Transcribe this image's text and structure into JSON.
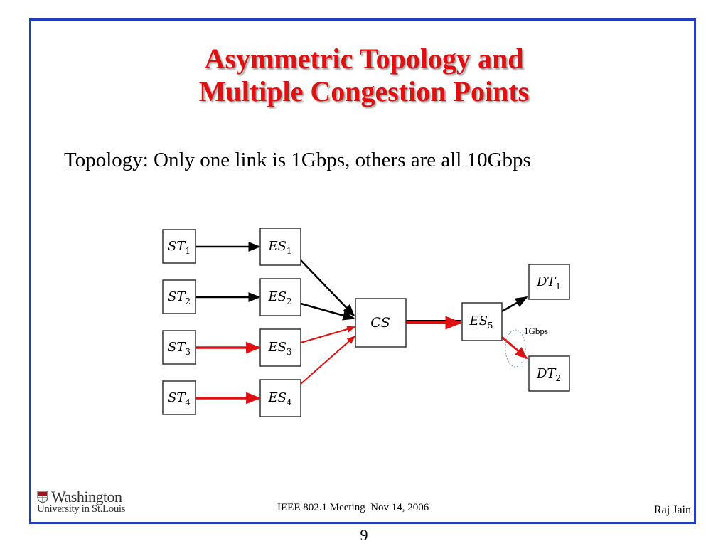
{
  "slide": {
    "title_line1": "Asymmetric Topology and",
    "title_line2": "Multiple Congestion Points",
    "body": "Topology: Only one link is 1Gbps, others are all 10Gbps",
    "footer_center": "IEEE 802.1 Meeting  Nov 14, 2006",
    "footer_right": "Raj Jain",
    "page_number": "9"
  },
  "logo": {
    "line1": "Washington",
    "line2": "University in St.Louis"
  },
  "diagram": {
    "nodes": {
      "st1": {
        "base": "ST",
        "sub": "1"
      },
      "st2": {
        "base": "ST",
        "sub": "2"
      },
      "st3": {
        "base": "ST",
        "sub": "3"
      },
      "st4": {
        "base": "ST",
        "sub": "4"
      },
      "es1": {
        "base": "ES",
        "sub": "1"
      },
      "es2": {
        "base": "ES",
        "sub": "2"
      },
      "es3": {
        "base": "ES",
        "sub": "3"
      },
      "es4": {
        "base": "ES",
        "sub": "4"
      },
      "cs": {
        "base": "CS",
        "sub": ""
      },
      "es5": {
        "base": "ES",
        "sub": "5"
      },
      "dt1": {
        "base": "DT",
        "sub": "1"
      },
      "dt2": {
        "base": "DT",
        "sub": "2"
      }
    },
    "link_label": "1Gbps",
    "colors": {
      "normal": "#000000",
      "congested": "#dd1111",
      "box_border": "#333333"
    }
  }
}
